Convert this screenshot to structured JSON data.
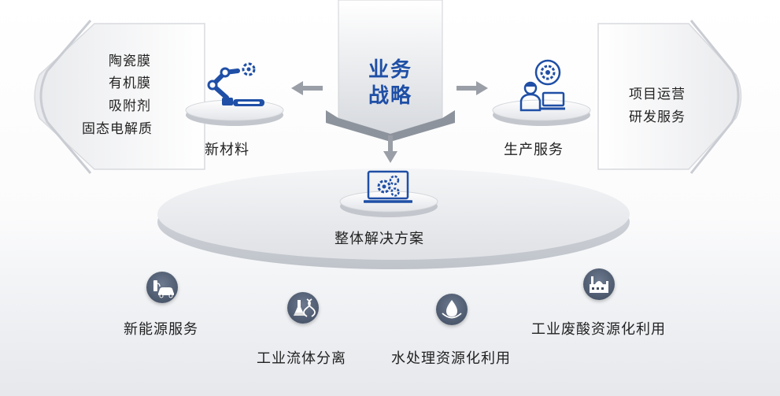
{
  "center": {
    "strategy_line1": "业务",
    "strategy_line2": "战略"
  },
  "left_node": {
    "label": "新材料",
    "items": [
      "陶瓷膜",
      "有机膜",
      "吸附剂",
      "固态电解质"
    ],
    "icon": "robot-arm-icon"
  },
  "right_node": {
    "label": "生产服务",
    "items": [
      "项目运营",
      "研发服务"
    ],
    "icon": "engineer-gear-icon"
  },
  "bottom_node": {
    "label": "整体解决方案",
    "icon": "laptop-gears-icon"
  },
  "applications": [
    {
      "label": "新能源服务",
      "icon": "ev-charging-icon"
    },
    {
      "label": "工业流体分离",
      "icon": "lab-flask-dna-icon"
    },
    {
      "label": "水处理资源化利用",
      "icon": "water-drop-icon"
    },
    {
      "label": "工业废酸资源化利用",
      "icon": "factory-icon"
    }
  ],
  "colors": {
    "accent": "#1f4fa6",
    "icon_dark": "#3e4a5e",
    "arrow": "#9a9ea6"
  }
}
